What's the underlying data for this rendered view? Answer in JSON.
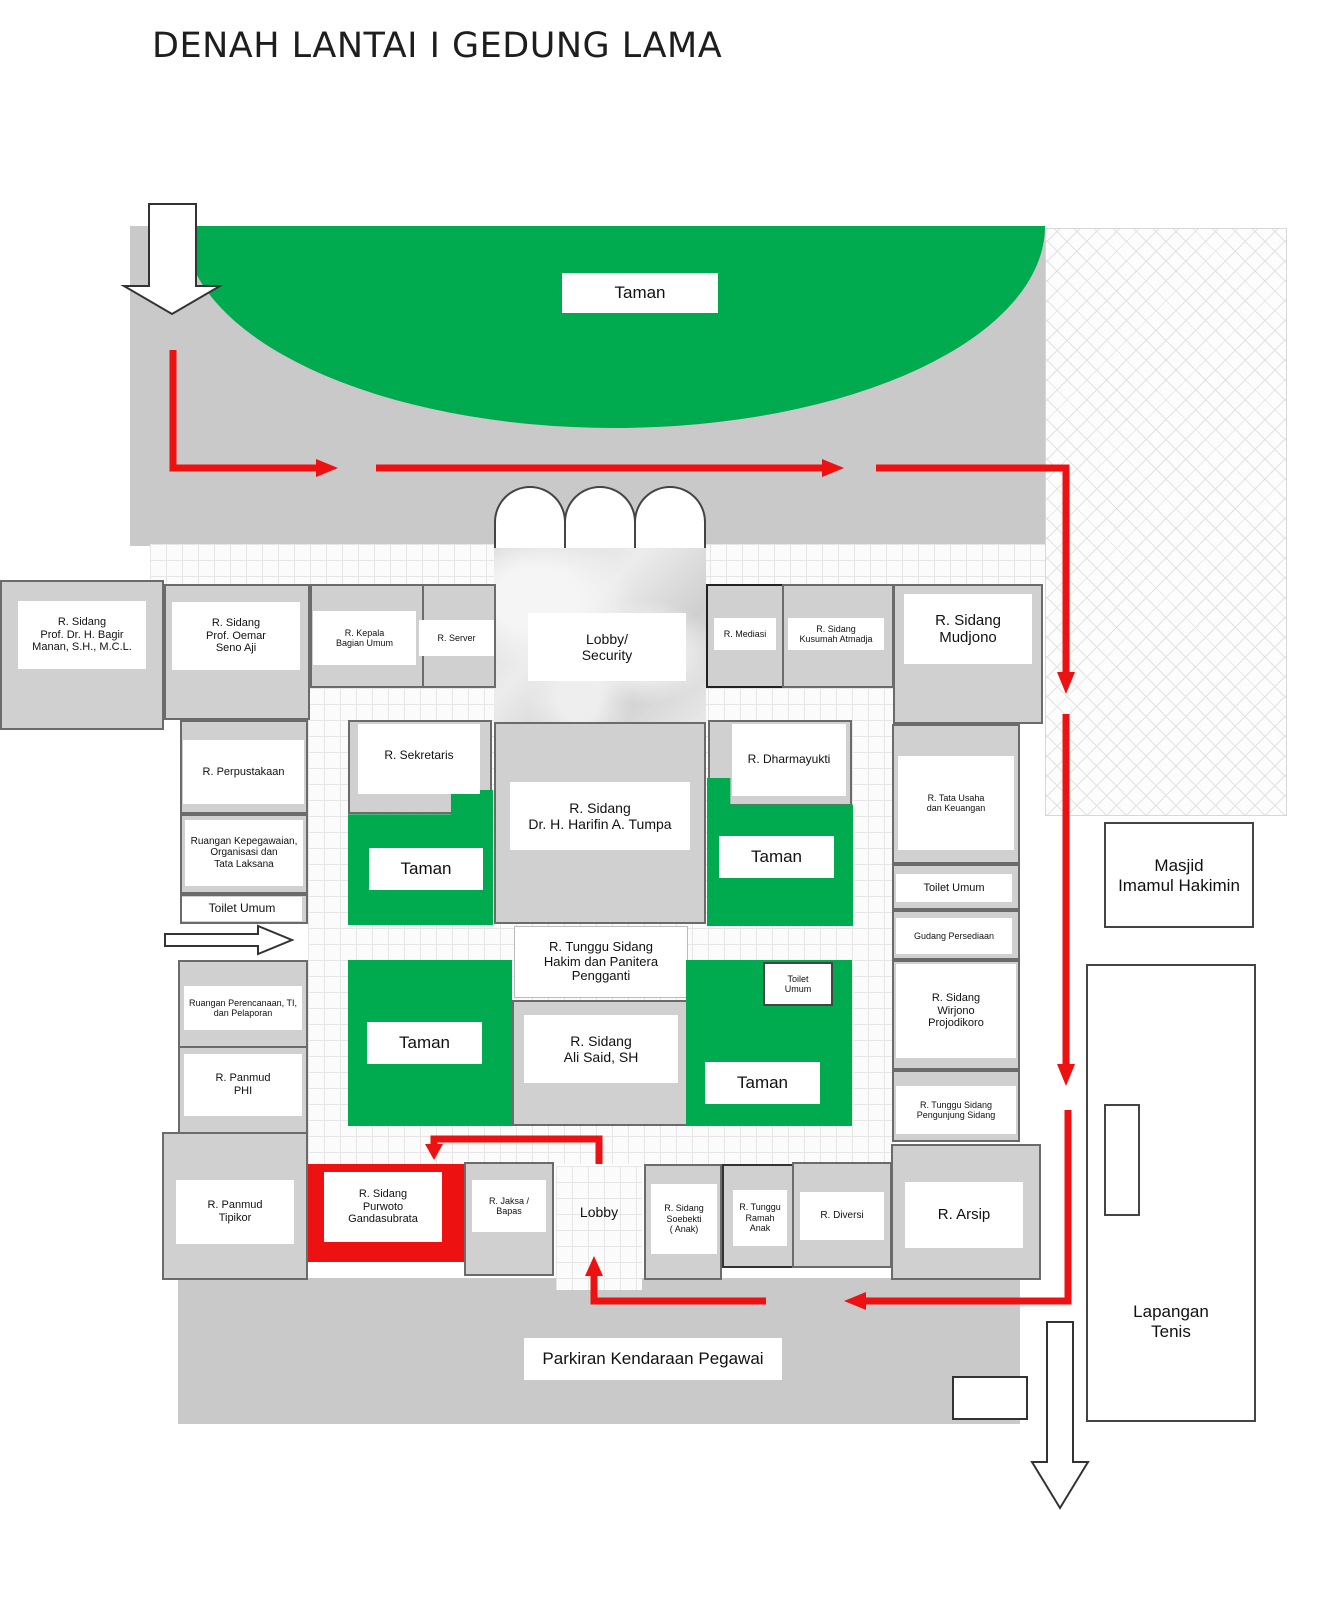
{
  "title": "DENAH LANTAI I GEDUNG LAMA",
  "colors": {
    "garden": "#00aa4f",
    "route": "#ee1111",
    "highlight": "#ee1111",
    "paving": "#c9c9c9"
  },
  "labels": {
    "taman_top": "Taman",
    "sidang_bagir": "R. Sidang\nProf. Dr. H. Bagir\nManan, S.H., M.C.L.",
    "sidang_oemar": "R. Sidang\nProf. Oemar\nSeno Aji",
    "kepala_bagian": "R. Kepala\nBagian Umum",
    "server": "R. Server",
    "lobby_security": "Lobby/\nSecurity",
    "mediasi": "R. Mediasi",
    "sidang_kusumah": "R. Sidang\nKusumah Atmadja",
    "sidang_mudjono": "R. Sidang\nMudjono",
    "perpustakaan": "R. Perpustakaan",
    "kepegawaian": "Ruangan Kepegawaian,\nOrganisasi dan\nTata Laksana",
    "toilet_umum_left": "Toilet Umum",
    "sekretaris": "R. Sekretaris",
    "sidang_harifin": "R. Sidang\nDr. H. Harifin A. Tumpa",
    "dharmayukti": "R. Dharmayukti",
    "taman_a": "Taman",
    "taman_b": "Taman",
    "tata_usaha": "R. Tata Usaha\ndan Keuangan",
    "toilet_umum_right": "Toilet Umum",
    "gudang": "Gudang Persediaan",
    "masjid": "Masjid\nImamul Hakimin",
    "tunggu_hakim": "R. Tunggu Sidang\nHakim dan Panitera\nPengganti",
    "toilet_umum_small": "Toilet\nUmum",
    "perencanaan": "Ruangan Perencanaan, TI,\ndan Pelaporan",
    "taman_c": "Taman",
    "sidang_ali": "R. Sidang\nAli Said, SH",
    "sidang_wirjono": "R. Sidang\nWirjono\nProjodikoro",
    "panmud_phi": "R. Panmud\nPHI",
    "taman_d": "Taman",
    "tunggu_pengunjung": "R. Tunggu Sidang\nPengunjung Sidang",
    "panmud_tipikor": "R. Panmud\nTipikor",
    "sidang_purwoto": "R. Sidang\nPurwoto\nGandasubrata",
    "jaksa_bapas": "R. Jaksa /\nBapas",
    "lobby": "Lobby",
    "sidang_soebekti": "R. Sidang\nSoebekti\n( Anak)",
    "tunggu_ramah_anak": "R. Tunggu\nRamah\nAnak",
    "diversi": "R. Diversi",
    "arsip": "R. Arsip",
    "lapangan_tenis": "Lapangan\nTenis",
    "parkiran": "Parkiran Kendaraan Pegawai"
  }
}
